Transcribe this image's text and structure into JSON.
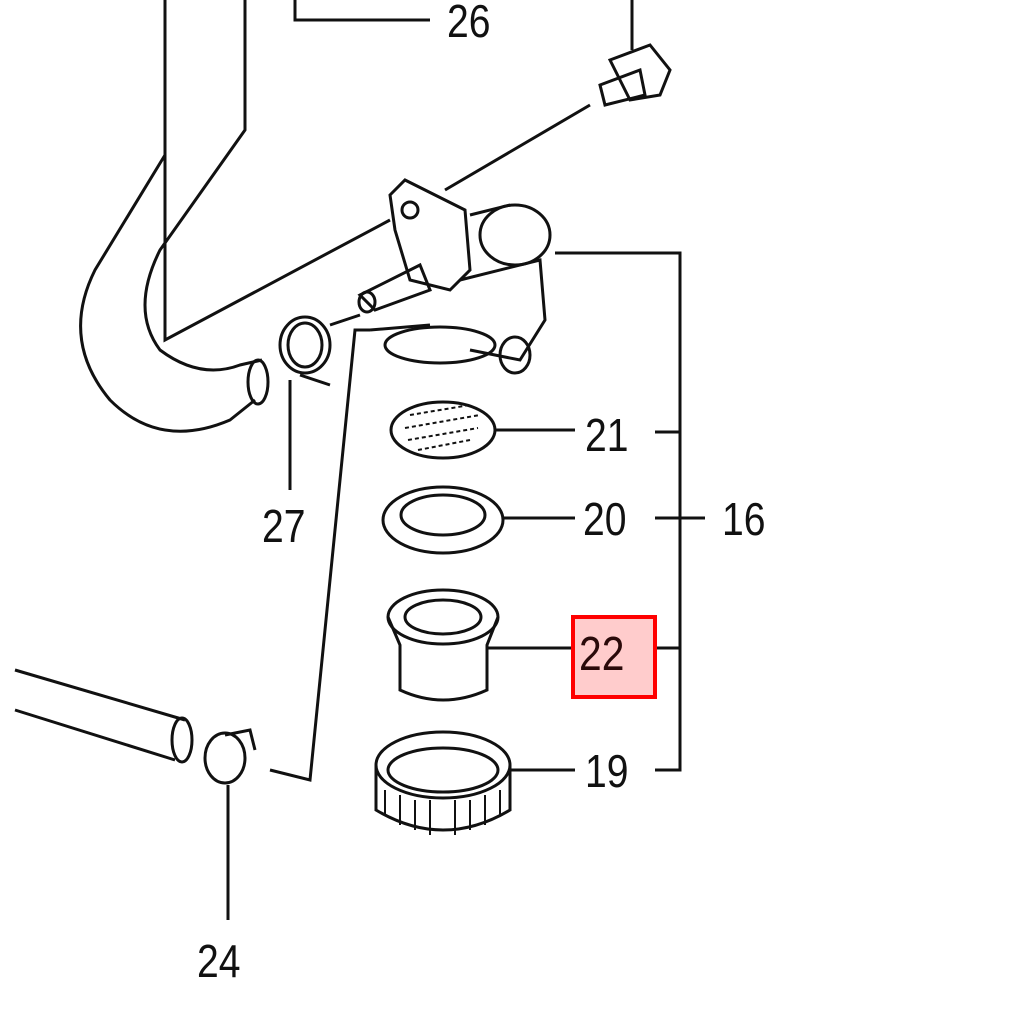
{
  "labels": {
    "p26": "26",
    "p21": "21",
    "p20": "20",
    "p16": "16",
    "p22": "22",
    "p19": "19",
    "p27": "27",
    "p24": "24"
  },
  "highlight": {
    "part": "22",
    "border_color": "#ff0000",
    "fill_color": "#ffcccc"
  }
}
